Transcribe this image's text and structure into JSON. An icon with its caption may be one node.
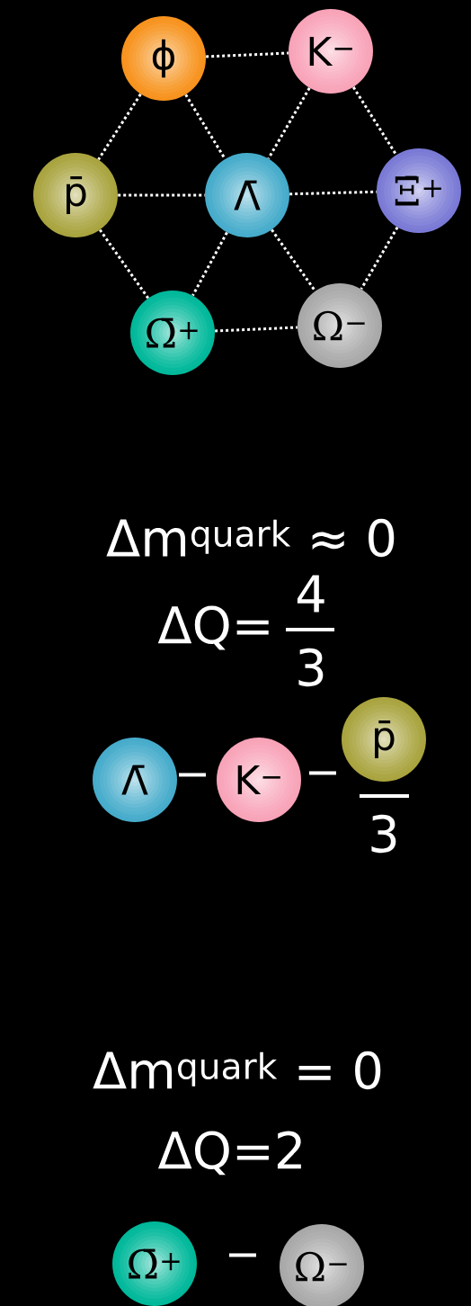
{
  "diagram": {
    "nodes": [
      {
        "text": [
          "ϕ"
        ]
      },
      {
        "text": [
          "K$^{−}$"
        ]
      },
      {
        "text": [
          "p̄"
        ]
      },
      {
        "text": [
          "Λ̄"
        ]
      },
      {
        "text": [
          "Ξ̄$^{+}$"
        ]
      },
      {
        "text": [
          "Ω̄$^{+}$"
        ]
      },
      {
        "text": [
          "Ω$^{−}$"
        ]
      },
      {
        "text": [
          "Λ̄"
        ]
      },
      {
        "text": [
          "K$^{−}$"
        ]
      },
      {
        "text": [
          "p̄"
        ]
      },
      {
        "text": [
          "Ω̄$^{+}$"
        ]
      },
      {
        "text": [
          "Ω$^{−}$"
        ]
      }
    ],
    "edges": [
      {
        "from": 0,
        "to": 1,
        "arrow": "none",
        "style": "dashed"
      },
      {
        "from": 0,
        "to": 2,
        "arrow": "none",
        "style": "dashed"
      },
      {
        "from": 0,
        "to": 3,
        "arrow": "none",
        "style": "dashed"
      },
      {
        "from": 1,
        "to": 3,
        "arrow": "none",
        "style": "dashed"
      },
      {
        "from": 1,
        "to": 4,
        "arrow": "none",
        "style": "dashed"
      },
      {
        "from": 2,
        "to": 3,
        "arrow": "none",
        "style": "dashed"
      },
      {
        "from": 3,
        "to": 4,
        "arrow": "none",
        "style": "dashed"
      },
      {
        "from": 2,
        "to": 5,
        "arrow": "none",
        "style": "dashed"
      },
      {
        "from": 3,
        "to": 5,
        "arrow": "none",
        "style": "dashed"
      },
      {
        "from": 3,
        "to": 6,
        "arrow": "none",
        "style": "dashed"
      },
      {
        "from": 4,
        "to": 6,
        "arrow": "none",
        "style": "dashed"
      },
      {
        "from": 5,
        "to": 6,
        "arrow": "none",
        "style": "dashed"
      }
    ],
    "labels": [
      "Δm$^{quark}$ ≈ 0",
      "ΔQ=",
      "4",
      "3",
      "−",
      "−",
      "3",
      "Δm$^{quark}$ = 0",
      "ΔQ=2",
      "−"
    ]
  }
}
